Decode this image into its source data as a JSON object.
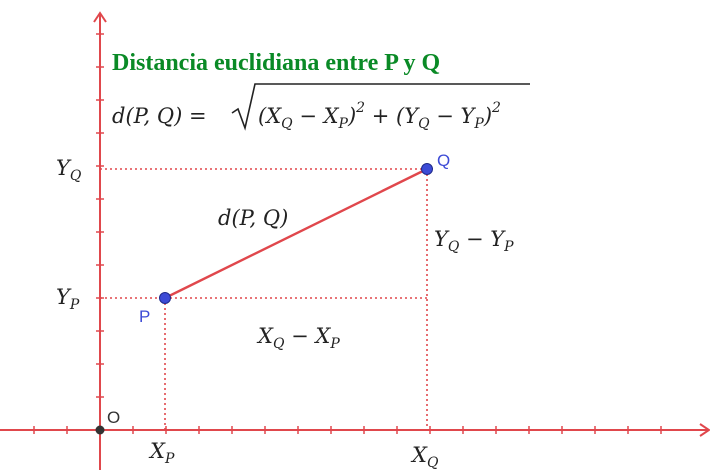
{
  "title": "Distancia euclidiana entre P y Q",
  "formula": {
    "lhs": "d(P, Q) = ",
    "radicand": "(X",
    "xq_sub": "Q",
    "minus1": " − X",
    "xp_sub": "P",
    "close1": ")",
    "sq1": "2",
    "plus": " + (Y",
    "yq_sub": "Q",
    "minus2": " − Y",
    "yp_sub": "P",
    "close2": ")",
    "sq2": "2"
  },
  "points": {
    "origin": "O",
    "p": "P",
    "q": "Q"
  },
  "labels": {
    "segment": "d(P, Q)",
    "dx_main": "X",
    "dx_q": "Q",
    "dx_mid": " − X",
    "dx_p": "P",
    "dy_main": "Y",
    "dy_q": "Q",
    "dy_mid": " − Y",
    "dy_p": "P",
    "yq_main": "Y",
    "yq_sub": "Q",
    "yp_main": "Y",
    "yp_sub": "P",
    "xp_main": "X",
    "xp_sub": "P",
    "xq_main": "X",
    "xq_sub": "Q"
  },
  "colors": {
    "axis": "#e0474c",
    "segment": "#e0474c",
    "dotted": "#e0474c",
    "point_fill": "#3d4bd6",
    "point_label": "#3d4bd6",
    "title": "#0a8a26",
    "origin": "#333333"
  }
}
